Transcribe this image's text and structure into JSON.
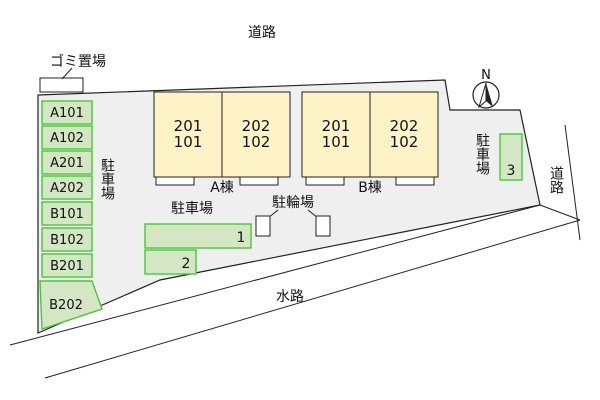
{
  "labels": {
    "road_top": "道路",
    "road_right": "道路",
    "trash": "ゴミ置場",
    "parking_left": "駐車場",
    "parking_center": "駐車場",
    "parking_right": "駐車場",
    "bicycle": "駐輪場",
    "building_a": "A棟",
    "building_b": "B棟",
    "waterway": "水路",
    "north": "N"
  },
  "building_a_units": [
    {
      "top": "201",
      "bottom": "101"
    },
    {
      "top": "202",
      "bottom": "102"
    }
  ],
  "building_b_units": [
    {
      "top": "201",
      "bottom": "101"
    },
    {
      "top": "202",
      "bottom": "102"
    }
  ],
  "left_spots": [
    "A101",
    "A102",
    "A201",
    "A202",
    "B101",
    "B102",
    "B201",
    "B202"
  ],
  "numbered_spots": [
    "1",
    "2",
    "3"
  ],
  "colors": {
    "spot_fill": "#d4e6c4",
    "spot_border": "#44cc33",
    "building_fill": "#fdf3c6",
    "site_fill": "#efefef"
  }
}
